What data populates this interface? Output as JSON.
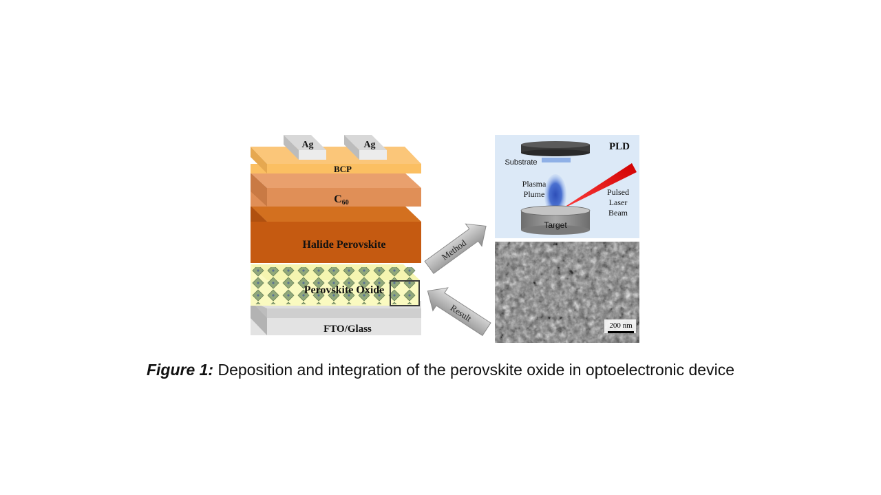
{
  "device_stack": {
    "electrode_left": "Ag",
    "electrode_right": "Ag",
    "layers": {
      "bcp": "BCP",
      "c60_base": "C",
      "c60_sub": "60",
      "halide": "Halide Perovskite",
      "oxide": "Perovskite Oxide",
      "fto": "FTO/Glass"
    },
    "colors": {
      "silver": "#d8d8d8",
      "bcp": "#fbbf62",
      "c60": "#e08f57",
      "halide": "#c55a11",
      "oxide_bg": "#fafac0",
      "oxide_crystal": "#7f9a70",
      "fto": "#d4d4d4"
    }
  },
  "arrows": {
    "method": "Method",
    "result": "Result"
  },
  "pld_panel": {
    "title": "PLD",
    "substrate": "Substrate",
    "plasma_line1": "Plasma",
    "plasma_line2": "Plume",
    "target": "Target",
    "laser_line1": "Pulsed",
    "laser_line2": "Laser",
    "laser_line3": "Beam",
    "colors": {
      "background": "#dce9f7",
      "laser": "#e01010",
      "plume": "#3f66c7"
    }
  },
  "sem_panel": {
    "scale_bar": "200 nm"
  },
  "caption": {
    "label": "Figure 1:",
    "text": " Deposition and integration of the perovskite oxide in optoelectronic device"
  }
}
